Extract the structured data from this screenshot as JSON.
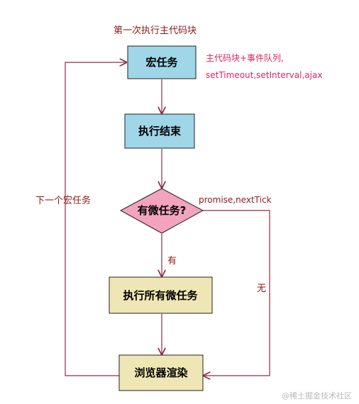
{
  "title": "第一次执行主代码块",
  "nodes": {
    "macrotask": {
      "label": "宏任务"
    },
    "exec_end": {
      "label": "执行结束"
    },
    "has_micro": {
      "label": "有微任务?"
    },
    "exec_all_micro": {
      "label": "执行所有微任务"
    },
    "render": {
      "label": "浏览器渲染"
    }
  },
  "annotations": {
    "macro_sources_line1": "主代码块+事件队列,",
    "macro_sources_line2": "setTimeout,setInterval,ajax",
    "micro_sources": "promise,nextTick",
    "yes": "有",
    "no": "无",
    "next_macro": "下一个宏任务"
  },
  "watermark": "@稀土掘金技术社区",
  "colors": {
    "arrow": "#8b2d45",
    "title_text": "#8b1a1a",
    "annotation_red": "#e0245e",
    "macrotask_fill": "#9fd6e8",
    "exec_end_fill": "#9fd6e8",
    "decision_fill": "#f4a3bf",
    "exec_micro_fill": "#eee6b4",
    "render_fill": "#eee6b4",
    "node_border": "#222222"
  }
}
